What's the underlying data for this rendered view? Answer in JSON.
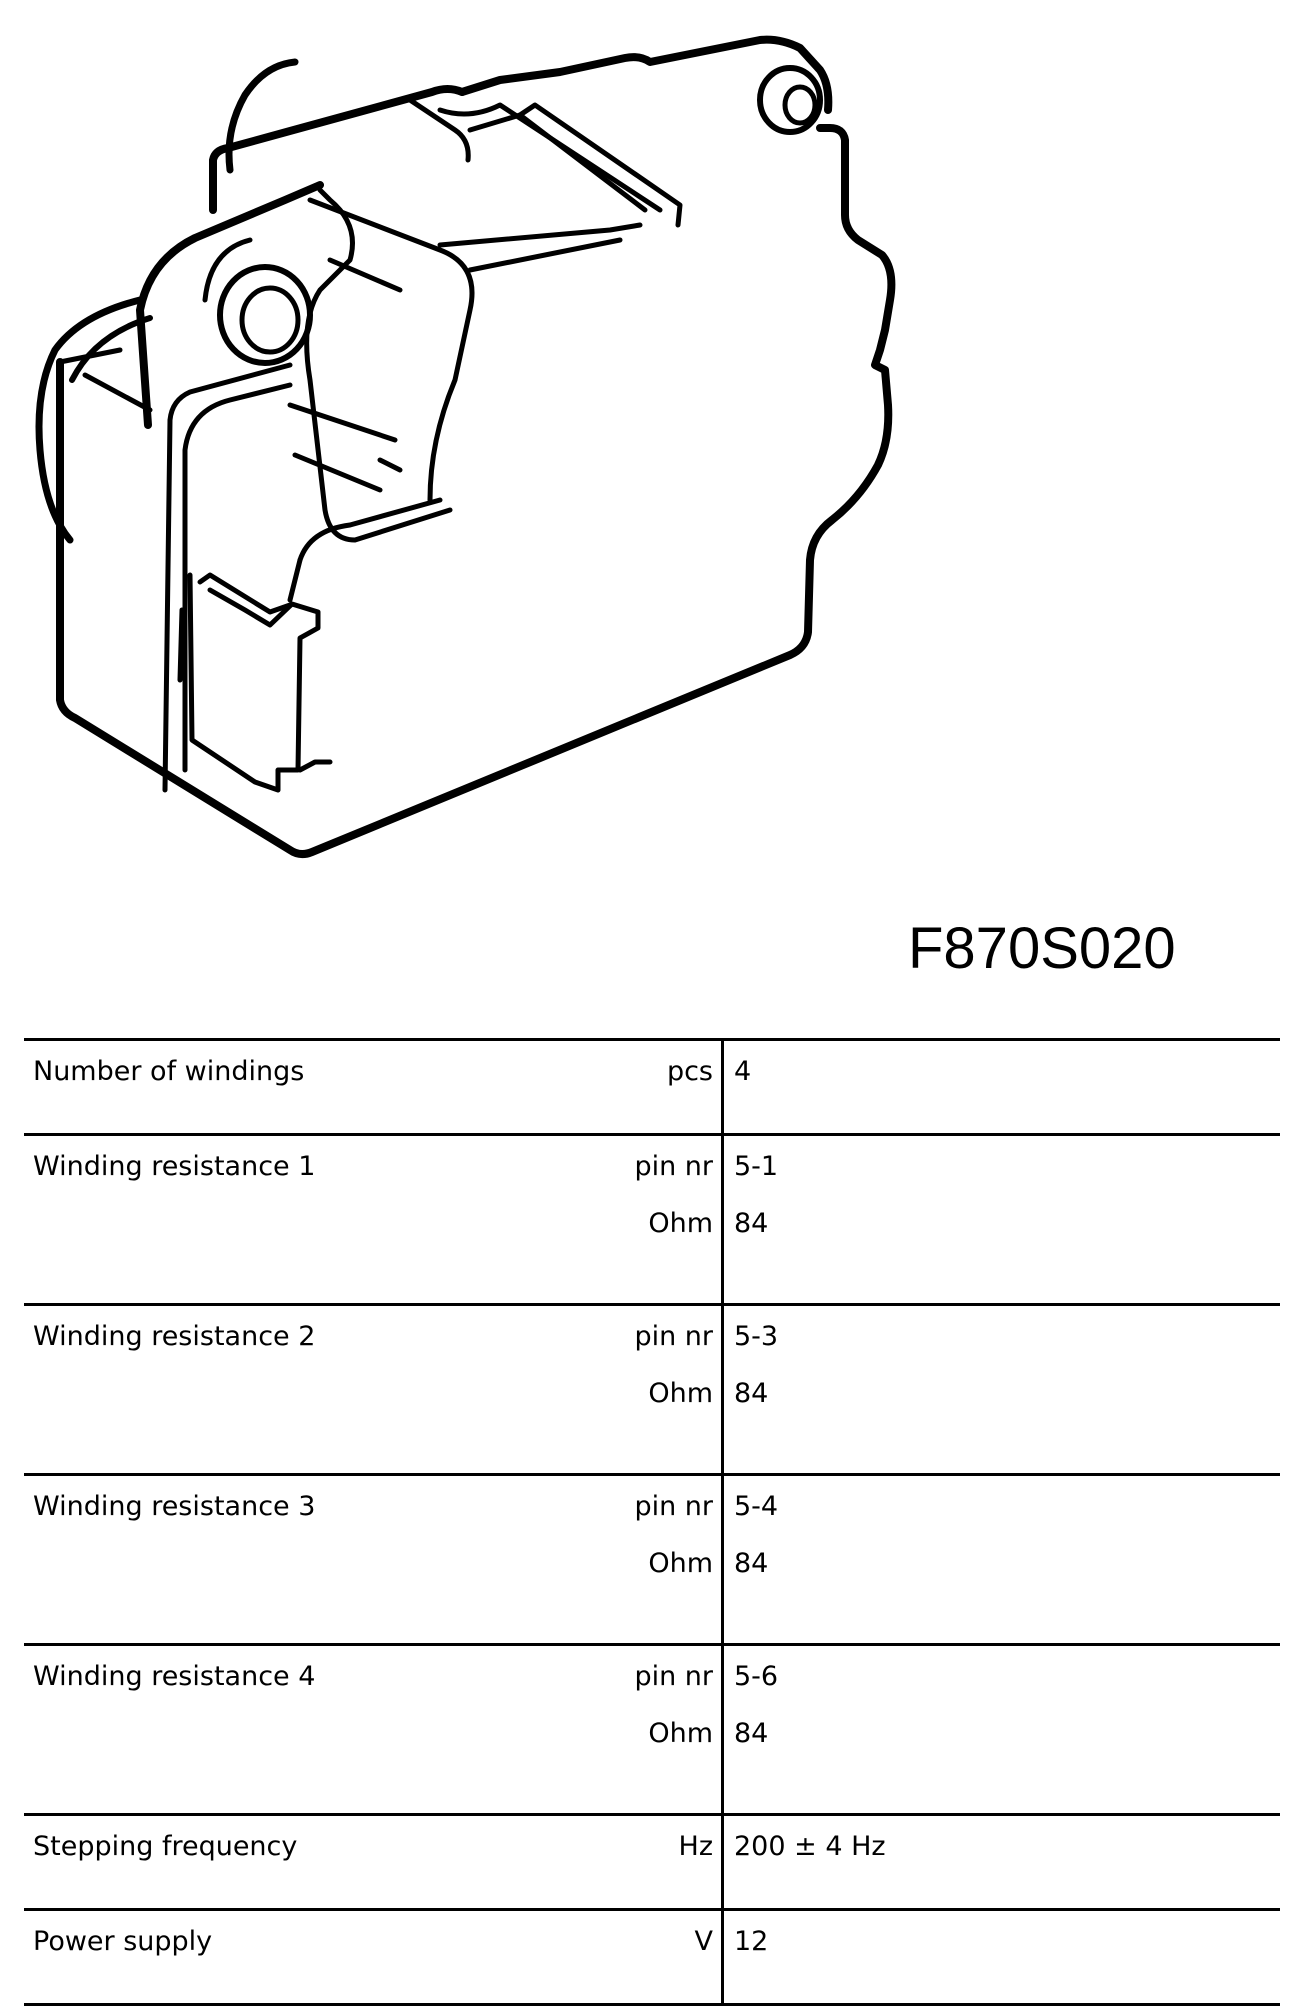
{
  "part_code": "F870S020",
  "specs": [
    {
      "name": "Number of windings",
      "rows": [
        {
          "unit": "pcs",
          "value": "4"
        }
      ]
    },
    {
      "name": "Winding resistance 1",
      "rows": [
        {
          "unit": "pin nr",
          "value": "5-1"
        },
        {
          "unit": "Ohm",
          "value": "84"
        }
      ]
    },
    {
      "name": "Winding resistance 2",
      "rows": [
        {
          "unit": "pin nr",
          "value": "5-3"
        },
        {
          "unit": "Ohm",
          "value": "84"
        }
      ]
    },
    {
      "name": "Winding resistance 3",
      "rows": [
        {
          "unit": "pin nr",
          "value": "5-4"
        },
        {
          "unit": "Ohm",
          "value": "84"
        }
      ]
    },
    {
      "name": "Winding resistance 4",
      "rows": [
        {
          "unit": "pin nr",
          "value": "5-6"
        },
        {
          "unit": "Ohm",
          "value": "84"
        }
      ]
    },
    {
      "name": "Stepping frequency",
      "rows": [
        {
          "unit": "Hz",
          "value": "200 ± 4 Hz"
        }
      ]
    },
    {
      "name": "Power supply",
      "rows": [
        {
          "unit": "V",
          "value": "12"
        }
      ]
    }
  ]
}
